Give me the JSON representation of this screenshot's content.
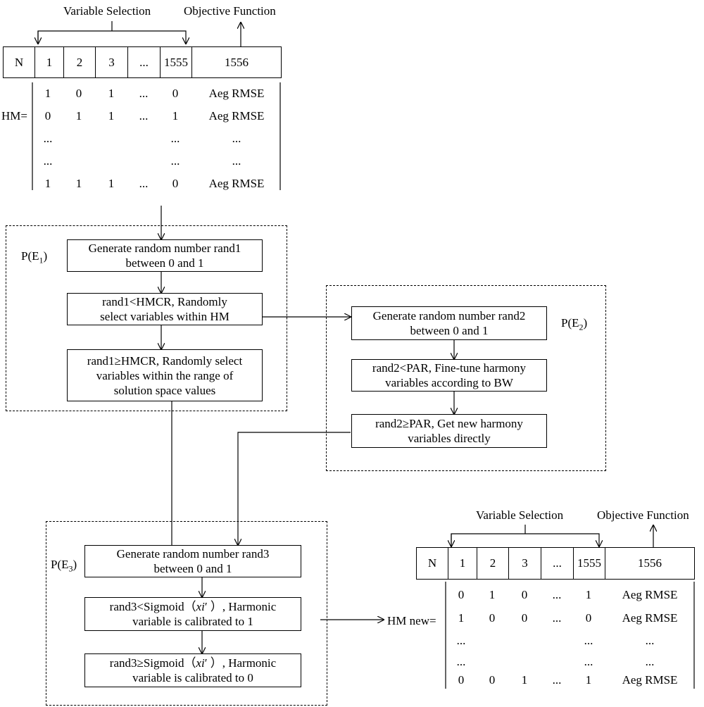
{
  "top_table": {
    "variable_selection": "Variable Selection",
    "objective_function": "Objective Function",
    "headers": [
      "N",
      "1",
      "2",
      "3",
      "...",
      "1555",
      "1556"
    ],
    "matrix_label": "HM=",
    "rows": [
      [
        "1",
        "0",
        "1",
        "...",
        "0",
        "Aeg RMSE"
      ],
      [
        "0",
        "1",
        "1",
        "...",
        "1",
        "Aeg RMSE"
      ],
      [
        "...",
        "",
        "",
        "",
        "...",
        "..."
      ],
      [
        "...",
        "",
        "",
        "",
        "...",
        "..."
      ],
      [
        "1",
        "1",
        "1",
        "...",
        "0",
        "Aeg RMSE"
      ]
    ]
  },
  "e1": {
    "prob": "P(E",
    "sub": "1",
    "close": ")",
    "box1": [
      "Generate random number rand1",
      "between 0 and 1"
    ],
    "box2": [
      "rand1<HMCR, Randomly",
      "select variables within HM"
    ],
    "box3": [
      "rand1≥HMCR, Randomly select",
      "variables within the range of",
      "solution space values"
    ]
  },
  "e2": {
    "prob": "P(E",
    "sub": "2",
    "close": ")",
    "box1": [
      "Generate random number rand2",
      "between 0 and 1"
    ],
    "box2": [
      "rand2<PAR, Fine-tune harmony",
      "variables according to BW"
    ],
    "box3": [
      "rand2≥PAR, Get new harmony",
      "variables directly"
    ]
  },
  "e3": {
    "prob": "P(E",
    "sub": "3",
    "close": ")",
    "box1": [
      "Generate random number rand3",
      "between 0 and 1"
    ],
    "box2_a": "rand3<Sigmoid（",
    "box2_var": "xi",
    "box2_b": "′ ）, Harmonic",
    "box2_line2": "variable is calibrated to 1",
    "box3_a": "rand3≥Sigmoid（",
    "box3_var": "xi",
    "box3_b": "′ ）, Harmonic",
    "box3_line2": "variable is calibrated to 0"
  },
  "bottom_table": {
    "variable_selection": "Variable Selection",
    "objective_function": "Objective Function",
    "headers": [
      "N",
      "1",
      "2",
      "3",
      "...",
      "1555",
      "1556"
    ],
    "matrix_label": "HM new=",
    "rows": [
      [
        "0",
        "1",
        "0",
        "...",
        "1",
        "Aeg RMSE"
      ],
      [
        "1",
        "0",
        "0",
        "...",
        "0",
        "Aeg RMSE"
      ],
      [
        "...",
        "",
        "",
        "",
        "...",
        "..."
      ],
      [
        "...",
        "",
        "",
        "",
        "...",
        "..."
      ],
      [
        "0",
        "0",
        "1",
        "...",
        "1",
        "Aeg RMSE"
      ]
    ]
  }
}
